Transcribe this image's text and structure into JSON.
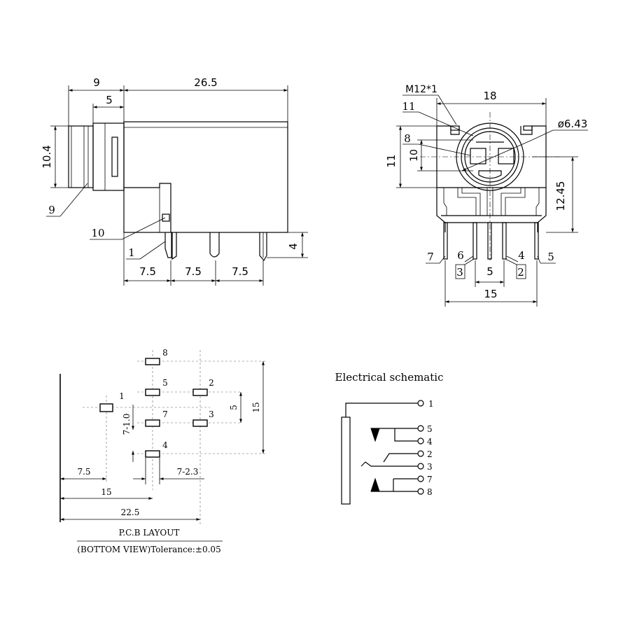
{
  "side_view": {
    "dim_total_front": "9",
    "dim_front_inner": "5",
    "dim_body_length": "26.5",
    "dim_height": "10.4",
    "dim_pin_length": "4",
    "pitch_1": "7.5",
    "pitch_2": "7.5",
    "pitch_3": "7.5",
    "callout_9": "9",
    "callout_10": "10",
    "callout_1": "1"
  },
  "front_view": {
    "thread": "M12*1",
    "dim_width": "18",
    "dim_diameter": "ø6.43",
    "callout_11": "11",
    "callout_8": "8",
    "callout_10": "10",
    "dim_11": "11",
    "dim_12_45": "12.45",
    "pin_7": "7",
    "pin_6": "6",
    "pin_4": "4",
    "pin_5": "5",
    "pin_3": "3",
    "pin_2": "2",
    "dim_center_gap": "5",
    "dim_outer_span": "15"
  },
  "pcb_layout": {
    "pad_labels": [
      "1",
      "2",
      "3",
      "4",
      "5",
      "7",
      "8"
    ],
    "dim_pad_gap_v": "5",
    "dim_height_15": "15",
    "dim_pad_size": "7-1.0",
    "dim_7_5": "7.5",
    "dim_15": "15",
    "dim_22_5": "22.5",
    "dim_pad_offset": "7-2.3",
    "title": "P.C.B LAYOUT",
    "subtitle": "(BOTTOM VIEW)Tolerance:±0.05"
  },
  "schematic": {
    "title": "Electrical schematic",
    "terminals": [
      "1",
      "5",
      "4",
      "2",
      "3",
      "7",
      "8"
    ]
  }
}
